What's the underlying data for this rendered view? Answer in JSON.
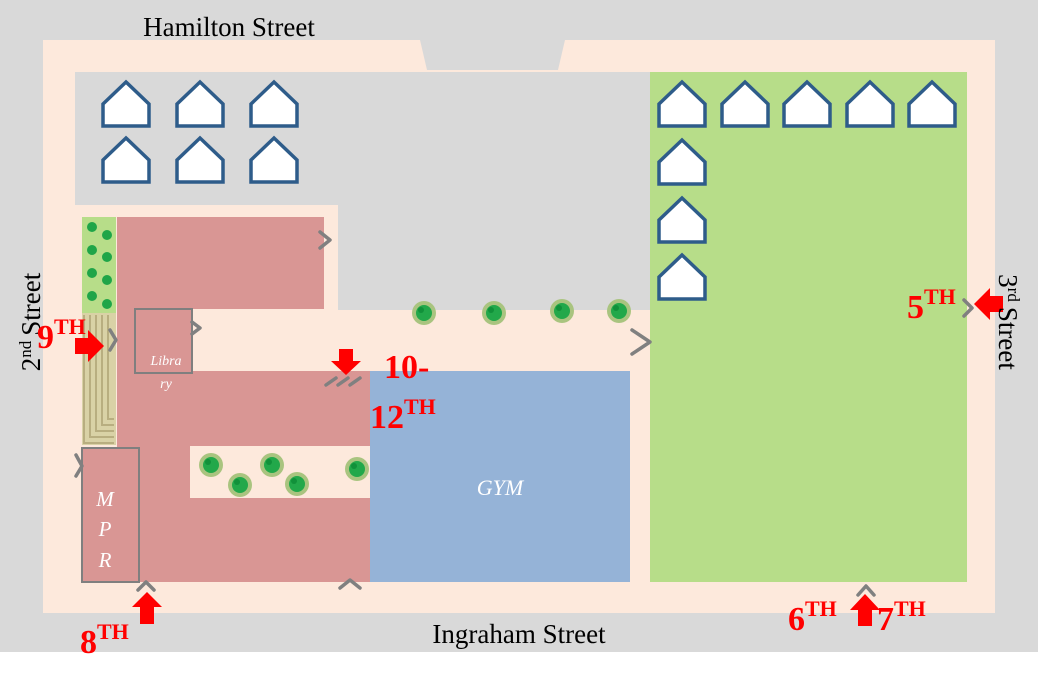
{
  "streets": {
    "north": "Hamilton Street",
    "south": "Ingraham Street",
    "west": {
      "num": "2",
      "suffix": "nd",
      "name": "Street"
    },
    "east": {
      "num": "3",
      "suffix": "rd",
      "name": "Street"
    }
  },
  "buildings": {
    "library": [
      "Libra",
      "ry"
    ],
    "gym": "GYM",
    "mpr": [
      "M",
      "P",
      "R"
    ]
  },
  "entrances": {
    "grade_9": {
      "num": "9",
      "suffix": "TH"
    },
    "grade_5": {
      "num": "5",
      "suffix": "TH"
    },
    "grade_10_12": {
      "num": "10-",
      "line2": "12",
      "suffix": "TH"
    },
    "grade_8": {
      "num": "8",
      "suffix": "TH"
    },
    "grade_6": {
      "num": "6",
      "suffix": "TH"
    },
    "grade_7": {
      "num": "7",
      "suffix": "TH"
    }
  },
  "colors": {
    "road": "#d9d9d9",
    "campus": "#fde9dc",
    "building": "#d99694",
    "gym": "#95b3d7",
    "field": "#b7dd89",
    "arrow": "#ff0000",
    "marker": "#2e5c8a",
    "door": "#808080"
  },
  "icons": {
    "portable": "house-outline-icon",
    "tree": "tree-icon",
    "entrance_arrow": "red-arrow-icon",
    "door": "door-chevron-icon"
  }
}
